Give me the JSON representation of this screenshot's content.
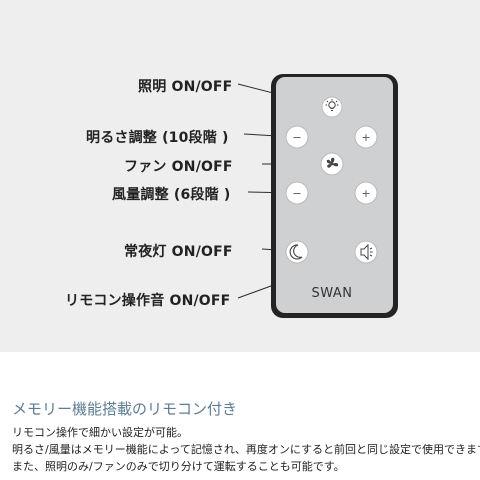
{
  "labels": {
    "light": "照明 ON/OFF",
    "brightness": "明るさ調整 (10段階 )",
    "fan": "ファン ON/OFF",
    "wind": "風量調整 (6段階 )",
    "night_light": "常夜灯 ON/OFF",
    "sound": "リモコン操作音 ON/OFF"
  },
  "remote": {
    "brand": "SWAN",
    "minus_symbol": "−",
    "plus_symbol": "+"
  },
  "heading": "メモリー機能搭載のリモコン付き",
  "description": [
    "リモコン操作で細かい設定が可能。",
    "明るさ/風量はメモリー機能によって記憶され、再度オンにすると前回と同じ設定で使用できます。",
    "また、照明のみ/ファンのみで切り分けて運転することも可能です。"
  ],
  "icons": {
    "light": "bulb-icon",
    "fan": "fan-icon",
    "night_light": "moon-icon",
    "sound": "speaker-icon"
  }
}
